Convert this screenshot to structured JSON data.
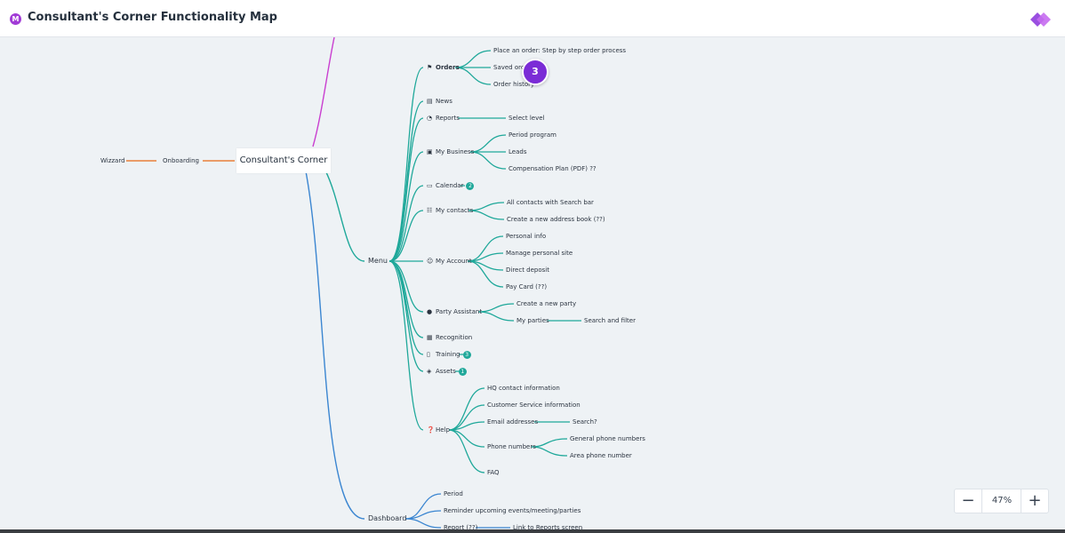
{
  "header": {
    "app_badge": "M",
    "title": "Consultant's Corner Functionality Map"
  },
  "colors": {
    "accent": "#a13bd6",
    "menu_branch": "#1fa89a",
    "dashboard_branch": "#3b86d1",
    "onboarding_branch": "#e8803a",
    "top_branch": "#c93fd0"
  },
  "mindmap": {
    "root": "Consultant's Corner",
    "left": {
      "onboarding": "Onboarding",
      "wizzard": "Wizzard"
    },
    "menu": {
      "label": "Menu",
      "orders": {
        "label": "Orders",
        "icon": "flag-icon",
        "children": [
          "Place an order: Step by step order process",
          "Saved orc",
          "Order history"
        ]
      },
      "news": {
        "label": "News",
        "icon": "news-icon"
      },
      "reports": {
        "label": "Reports",
        "icon": "chart-icon",
        "child": "Select level"
      },
      "my_business": {
        "label": "My Business",
        "icon": "briefcase-icon",
        "children": [
          "Period program",
          "Leads",
          "Compensation Plan (PDF) ??"
        ]
      },
      "calendar": {
        "label": "Calendar",
        "icon": "calendar-icon",
        "badge": "2"
      },
      "my_contacts": {
        "label": "My contacts",
        "icon": "contacts-icon",
        "children": [
          "All contacts with Search bar",
          "Create a new address book (??)"
        ]
      },
      "my_account": {
        "label": "My Account",
        "icon": "account-icon",
        "children": [
          "Personal info",
          "Manage personal site",
          "Direct deposit",
          "Pay Card (??)"
        ]
      },
      "party_assistant": {
        "label": "Party Assistant",
        "icon": "pin-icon",
        "children": [
          "Create a new party",
          "My parties"
        ],
        "my_parties_child": "Search and filter"
      },
      "recognition": {
        "label": "Recognition",
        "icon": "grid-icon"
      },
      "training": {
        "label": "Training",
        "icon": "book-icon",
        "badge": "3"
      },
      "assets": {
        "label": "Assets",
        "icon": "box-icon",
        "badge": "1"
      },
      "help": {
        "label": "Help",
        "icon": "question-icon",
        "children": [
          "HQ contact information",
          "Customer Service information",
          "Email addresses",
          "Phone numbers",
          "FAQ"
        ],
        "email_child": "Search?",
        "phone_children": [
          "General phone numbers",
          "Area phone number"
        ]
      }
    },
    "dashboard": {
      "label": "Dashboard",
      "children": [
        "Period",
        "Reminder upcoming events/meeting/parties",
        "Report (??)"
      ],
      "report_child": "Link to Reports screen"
    }
  },
  "collaborator_count": "3",
  "zoom": {
    "out_label": "−",
    "level": "47%",
    "in_label": "+"
  }
}
